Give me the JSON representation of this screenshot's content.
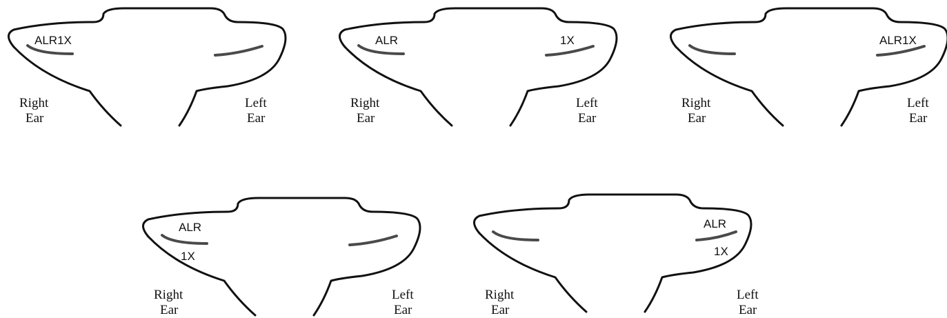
{
  "ear_labels": {
    "right": [
      "Right",
      "Ear"
    ],
    "left": [
      "Left",
      "Ear"
    ]
  },
  "panels": [
    {
      "right_tags": [
        "ALR1X"
      ],
      "left_tags": []
    },
    {
      "right_tags": [
        "ALR"
      ],
      "left_tags": [
        "1X"
      ]
    },
    {
      "right_tags": [],
      "left_tags": [
        "ALR1X"
      ]
    },
    {
      "right_tags": [
        "ALR",
        "1X"
      ],
      "left_tags": []
    },
    {
      "right_tags": [],
      "left_tags": [
        "ALR",
        "1X"
      ]
    }
  ]
}
